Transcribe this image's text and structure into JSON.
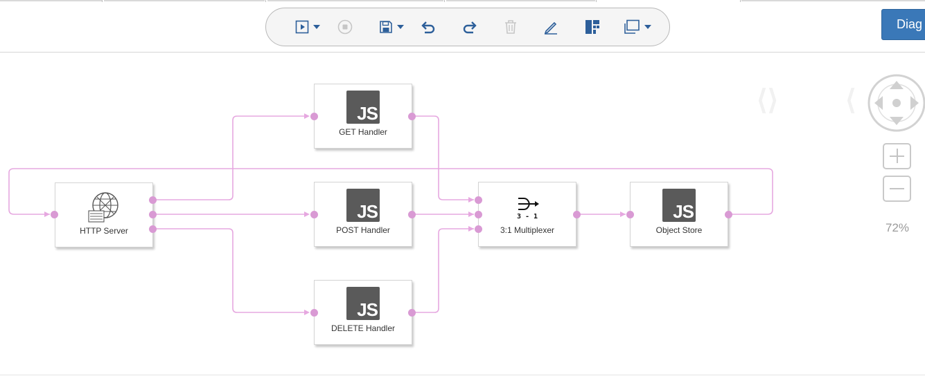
{
  "toolbar": {
    "buttons": [
      {
        "name": "run-button",
        "icon": "play-icon",
        "has_menu": true
      },
      {
        "name": "stop-button",
        "icon": "stop-icon",
        "has_menu": false
      },
      {
        "name": "save-button",
        "icon": "save-icon",
        "has_menu": true
      },
      {
        "name": "undo-button",
        "icon": "undo-icon",
        "has_menu": false
      },
      {
        "name": "redo-button",
        "icon": "redo-icon",
        "has_menu": false
      },
      {
        "name": "delete-button",
        "icon": "trash-icon",
        "has_menu": false
      },
      {
        "name": "edit-button",
        "icon": "pencil-icon",
        "has_menu": false
      },
      {
        "name": "layout-button",
        "icon": "layout-icon",
        "has_menu": false
      },
      {
        "name": "window-button",
        "icon": "window-icon",
        "has_menu": true
      }
    ]
  },
  "header": {
    "diagram_button": "Diag"
  },
  "diagram": {
    "nodes": {
      "http": {
        "label": "HTTP Server",
        "icon": "globe-server-icon"
      },
      "get": {
        "label": "GET Handler",
        "icon": "js-icon",
        "icon_text": "JS"
      },
      "post": {
        "label": "POST Handler",
        "icon": "js-icon",
        "icon_text": "JS"
      },
      "delete": {
        "label": "DELETE Handler",
        "icon": "js-icon",
        "icon_text": "JS"
      },
      "mux": {
        "label": "3:1 Multiplexer",
        "icon": "multiplexer-icon",
        "icon_text": "3 - 1"
      },
      "store": {
        "label": "Object Store",
        "icon": "js-icon",
        "icon_text": "JS"
      }
    },
    "connections": [
      [
        "http",
        "get"
      ],
      [
        "http",
        "post"
      ],
      [
        "http",
        "delete"
      ],
      [
        "get",
        "mux"
      ],
      [
        "post",
        "mux"
      ],
      [
        "delete",
        "mux"
      ],
      [
        "mux",
        "store"
      ],
      [
        "store",
        "http"
      ]
    ],
    "wire_color": "#e6a8e0",
    "port_color": "#d99ad4"
  },
  "navigator": {
    "zoom": "72%"
  }
}
